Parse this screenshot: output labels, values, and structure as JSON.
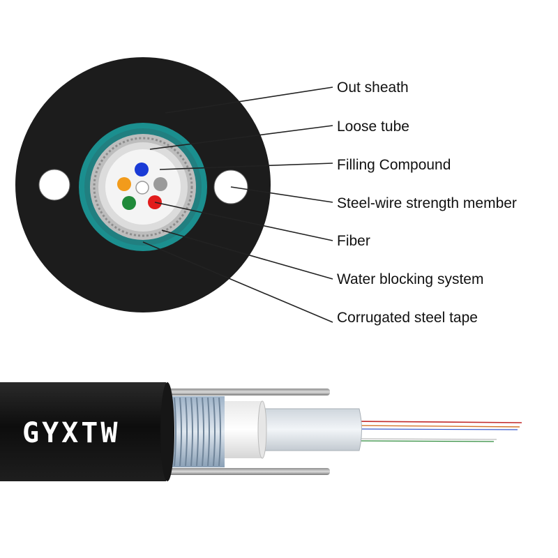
{
  "labels": [
    {
      "text": "Out sheath"
    },
    {
      "text": "Loose tube"
    },
    {
      "text": "Filling Compound"
    },
    {
      "text": "Steel-wire strength member"
    },
    {
      "text": "Fiber"
    },
    {
      "text": "Water blocking system"
    },
    {
      "text": "Corrugated steel tape"
    }
  ],
  "cable_marking": "GYXTW",
  "colors": {
    "sheath": "#1c1c1c",
    "water_blocking": "#1b8f8f",
    "steel_tape": "#b8b8b8",
    "tube": "#d9d9d9",
    "fiber_blue": "#1a3bd6",
    "fiber_orange": "#f29b1b",
    "fiber_gray": "#9a9a9a",
    "fiber_green": "#1f8a3a",
    "fiber_red": "#e21c1c"
  }
}
